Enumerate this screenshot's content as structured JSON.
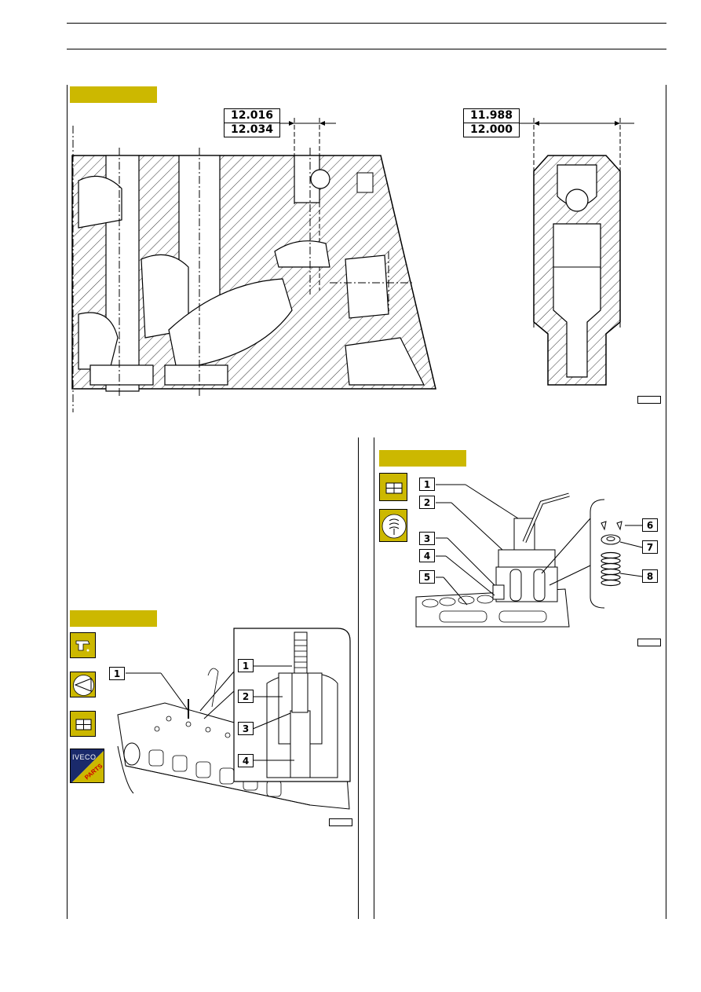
{
  "colors": {
    "accent": "#ccb800",
    "line": "#000000"
  },
  "figure_top": {
    "dim_left": {
      "top": "12.016",
      "bottom": "12.034"
    },
    "dim_right": {
      "top": "11.988",
      "bottom": "12.000"
    }
  },
  "figure_bottom_left": {
    "callouts": [
      "1",
      "2",
      "3",
      "4"
    ],
    "side_icons": [
      "oil-can-icon",
      "triangle-eye-icon",
      "grid-icon",
      "iveco-parts-icon"
    ],
    "iveco_label": "IVECO",
    "parts_label": "PARTS"
  },
  "figure_bottom_right": {
    "callouts": [
      "1",
      "2",
      "3",
      "4",
      "5",
      "6",
      "7",
      "8"
    ],
    "side_icons": [
      "grid-icon",
      "valve-spring-icon"
    ]
  }
}
